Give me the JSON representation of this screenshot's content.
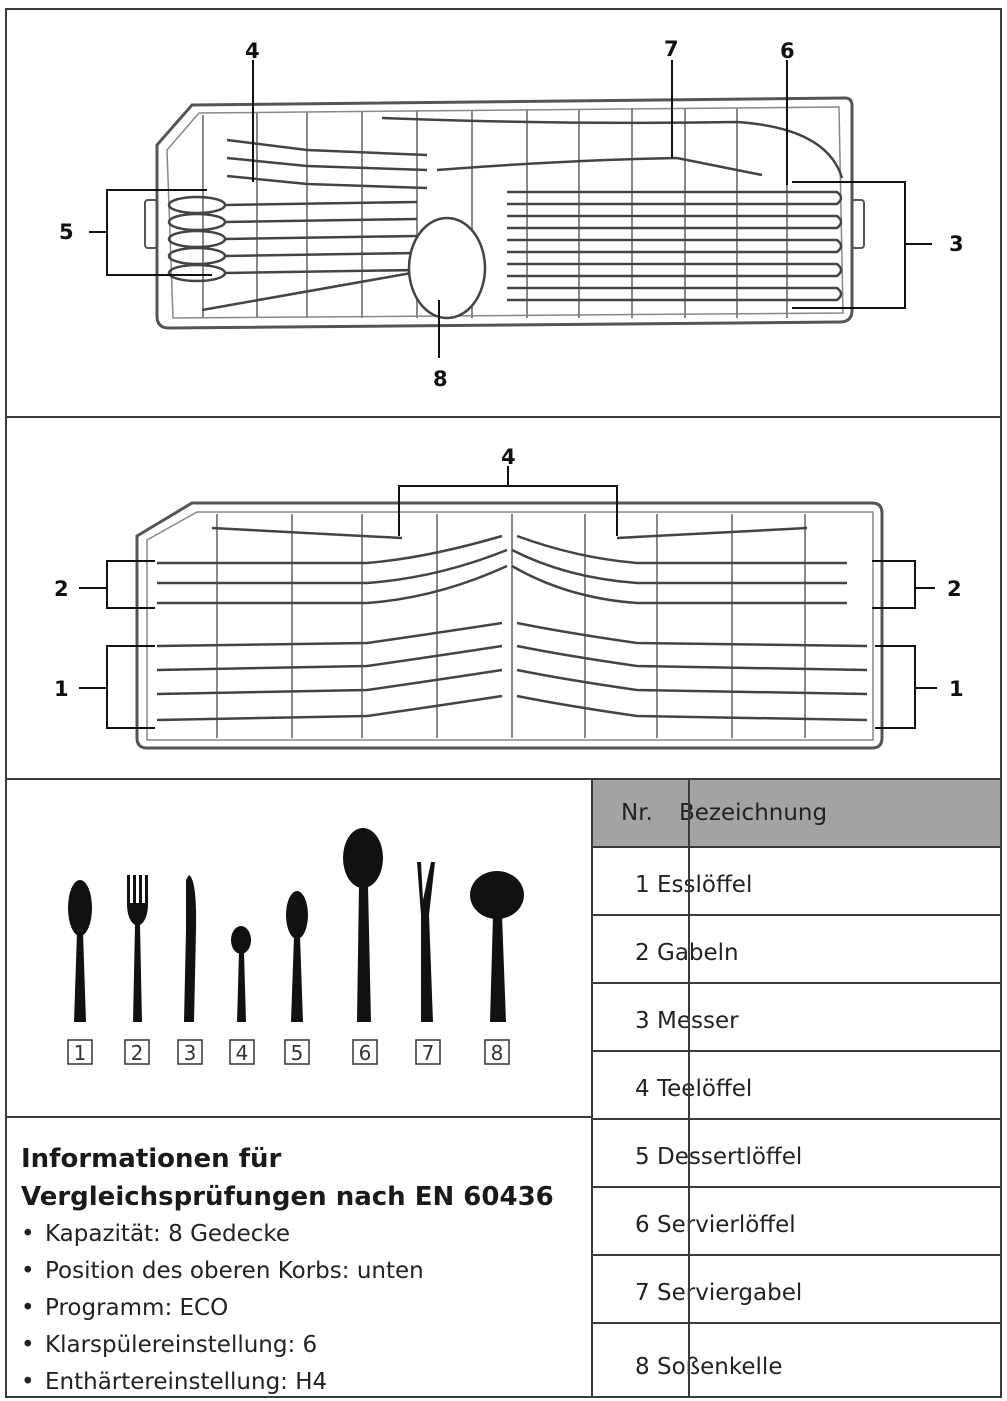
{
  "top_callouts": [
    "4",
    "7",
    "6",
    "5",
    "3",
    "8"
  ],
  "mid_callouts": [
    "4",
    "2",
    "2",
    "1",
    "1"
  ],
  "legend_numbers": [
    "1",
    "2",
    "3",
    "4",
    "5",
    "6",
    "7",
    "8"
  ],
  "table": {
    "header_nr": "Nr.",
    "header_name": "Bezeichnung",
    "rows": [
      {
        "nr": "1",
        "name": "Esslöffel"
      },
      {
        "nr": "2",
        "name": "Gabeln"
      },
      {
        "nr": "3",
        "name": "Messer"
      },
      {
        "nr": "4",
        "name": "Teelöffel"
      },
      {
        "nr": "5",
        "name": "Dessertlöffel"
      },
      {
        "nr": "6",
        "name": "Servierlöffel"
      },
      {
        "nr": "7",
        "name": "Serviergabel"
      },
      {
        "nr": "8",
        "name": "Soßenkelle"
      }
    ]
  },
  "info": {
    "title_line1": "Informationen für",
    "title_line2": "Vergleichsprüfungen nach EN 60436",
    "items": [
      "Kapazität: 8 Gedecke",
      "Position des oberen Korbs: unten",
      "Programm: ECO",
      "Klarspülereinstellung: 6",
      "Enthärtereinstellung: H4"
    ]
  }
}
